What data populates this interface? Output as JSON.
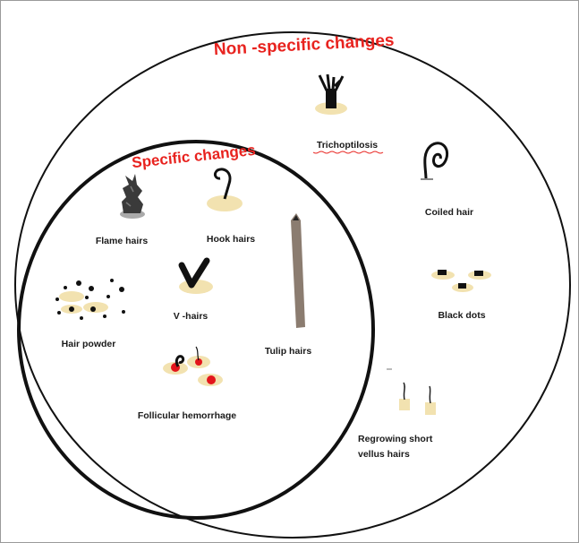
{
  "outer_title": "Non -specific changes",
  "inner_title": "Specific changes",
  "labels": {
    "trichoptilosis": "Trichoptilosis",
    "coiled_hair": "Coiled hair",
    "black_dots": "Black dots",
    "regrowing_line1": "Regrowing short",
    "regrowing_line2": "vellus hairs",
    "flame_hairs": "Flame hairs",
    "hook_hairs": "Hook hairs",
    "v_hairs": "V -hairs",
    "hair_powder": "Hair powder",
    "tulip_hairs": "Tulip hairs",
    "follicular_hemorrhage": "Follicular hemorrhage"
  },
  "colors": {
    "title_red": "#e8231f",
    "skin": "#f2e2b0",
    "hair": "#111111",
    "blood": "#e3151b"
  }
}
